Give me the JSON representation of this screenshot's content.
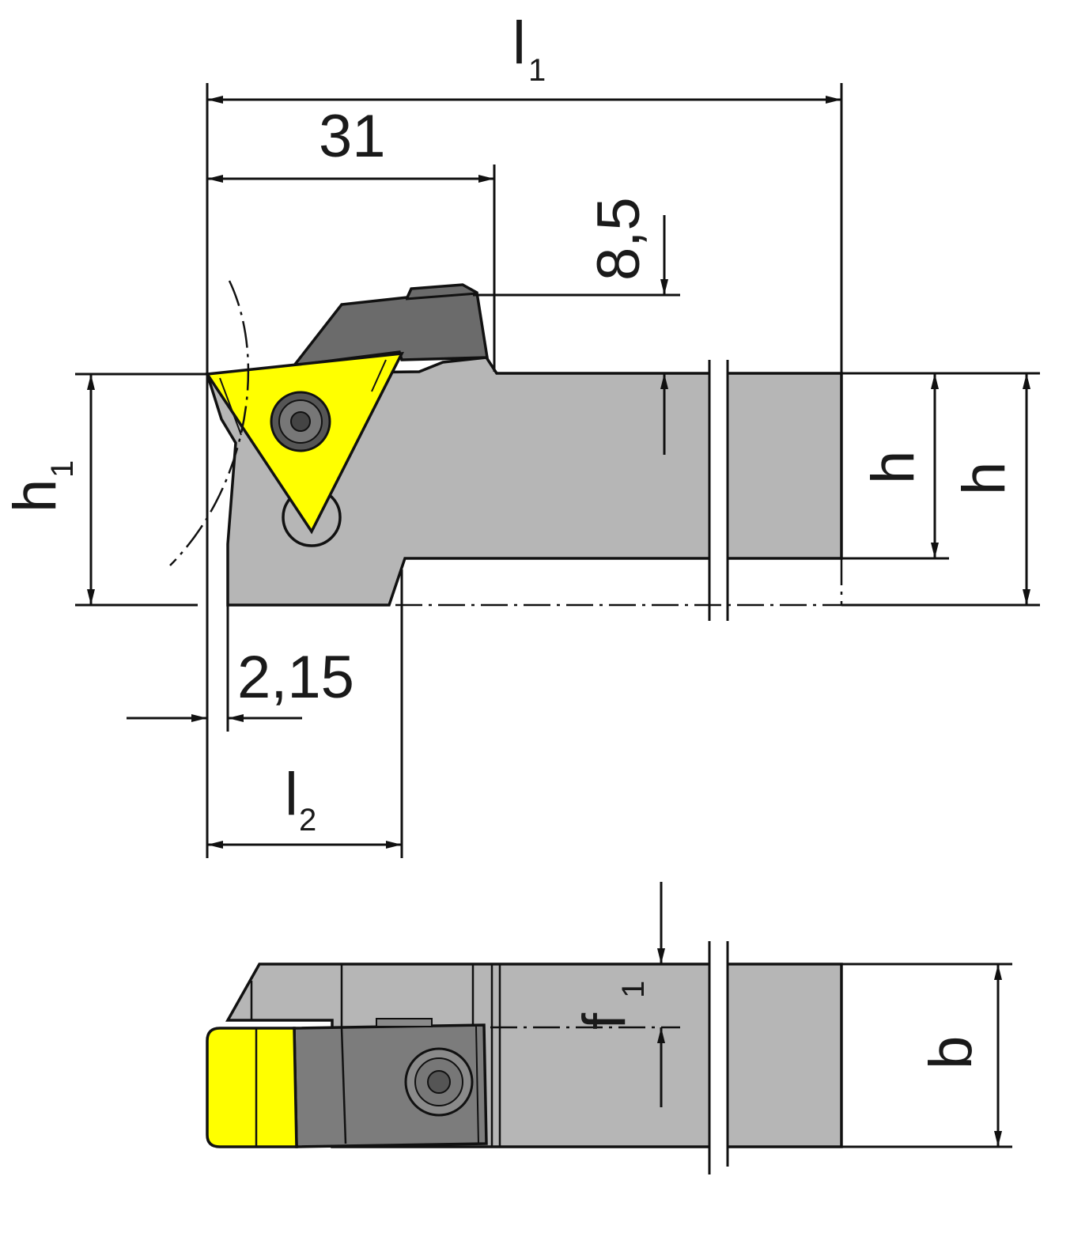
{
  "colors": {
    "body": "#b6b6b6",
    "clamp": "#6b6b6b",
    "clamp_side": "#7c7c7c",
    "insert": "#ffff00",
    "line": "#111111",
    "background": "#ffffff"
  },
  "dimensions": {
    "l1": {
      "main": "l",
      "sub": "1"
    },
    "d31": "31",
    "d85": "8,5",
    "h1": {
      "main": "h",
      "sub": "1"
    },
    "h_a": "h",
    "h_b": "h",
    "d215": "2,15",
    "l2": {
      "main": "l",
      "sub": "2"
    },
    "f1": {
      "main": "f",
      "sub": "1"
    },
    "b": "b"
  },
  "icons": {
    "insert_screw": "torx-screw-icon",
    "clamp_screw": "hex-socket-screw-icon"
  }
}
